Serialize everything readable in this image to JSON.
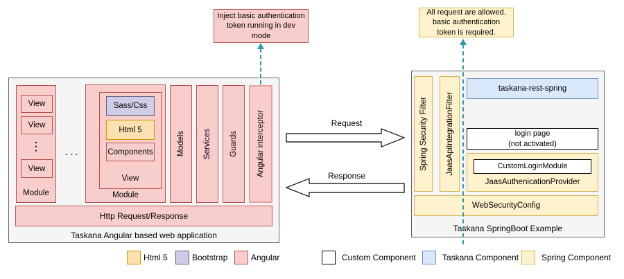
{
  "colors": {
    "angular_fill": "#f8cecc",
    "angular_border": "#b85450",
    "interceptor_border": "#e8a29e",
    "html5_fill": "#fbe0b0",
    "html5_border": "#d79b00",
    "bootstrap_fill": "#cfcde6",
    "bootstrap_border": "#615e85",
    "spring_fill": "#fff2cc",
    "spring_border": "#d6b656",
    "taskana_fill": "#dae8fc",
    "taskana_border": "#6c8ebf",
    "custom_fill": "#ffffff",
    "custom_border": "#000000",
    "container_fill": "#f5f5f5",
    "container_border": "#666666",
    "dashed_arrow": "#2e9bab"
  },
  "callout_left": {
    "lines": [
      "Inject basic authentication",
      "token running in dev",
      "mode"
    ]
  },
  "callout_right": {
    "lines": [
      "All request are allowed.",
      "basic authentication",
      "token is required."
    ]
  },
  "angular_app": {
    "title": "Taskana Angular based web application",
    "module1": {
      "label": "Module",
      "views": [
        "View",
        "View",
        "View"
      ],
      "vertical_dots": "⋮"
    },
    "between_modules": "- - -",
    "module2": {
      "label": "Module",
      "view_label": "View",
      "sass": "Sass/Css",
      "html5": "Html 5",
      "components": "Components"
    },
    "columns": [
      "Models",
      "Services",
      "Guards",
      "Angular interceptor"
    ],
    "http_bar": "Http Request/Response"
  },
  "flow": {
    "request": "Request",
    "response": "Response"
  },
  "springboot": {
    "title": "Taskana SpringBoot Example",
    "filters": [
      "Spring Security Filter",
      "JaasApiIntegrationFilter"
    ],
    "rest_spring": "taskana-rest-spring",
    "login_page": {
      "lines": [
        "login page",
        "(not activated)"
      ]
    },
    "jaas_provider": "JaasAuthenicationProvider",
    "custom_login_module": "CustomLoginModule",
    "web_security_config": "WebSecurityConfig"
  },
  "legend": [
    {
      "label": "Html 5",
      "fill": "#fbe0b0",
      "border": "#d79b00"
    },
    {
      "label": "Bootstrap",
      "fill": "#cfcde6",
      "border": "#615e85"
    },
    {
      "label": "Angular",
      "fill": "#f8cecc",
      "border": "#b85450"
    },
    {
      "label": "Custom Component",
      "fill": "#ffffff",
      "border": "#000000"
    },
    {
      "label": "Taskana Component",
      "fill": "#dae8fc",
      "border": "#6c8ebf"
    },
    {
      "label": "Spring Component",
      "fill": "#fff2cc",
      "border": "#d6b656"
    }
  ]
}
